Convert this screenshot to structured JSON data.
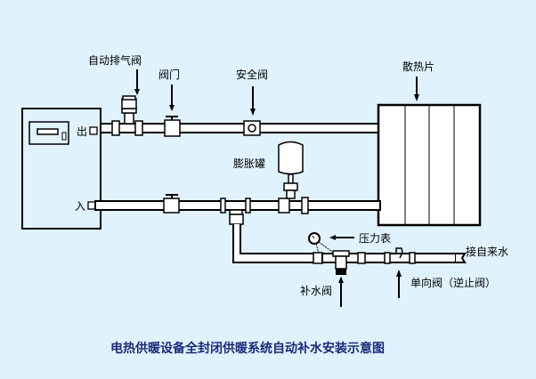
{
  "diagram": {
    "title": "电热供暖设备全封闭供暖系统自动补水安装示意图",
    "colors": {
      "background": "#e0f2fe",
      "title": "#1a2a7a",
      "line": "#000000",
      "fill": "#ffffff"
    },
    "boiler": {
      "outlet_label": "出",
      "inlet_label": "入"
    },
    "labels": {
      "auto_air_vent": "自动排气阀",
      "valve": "阀门",
      "safety_valve": "安全阀",
      "radiator": "散热片",
      "expansion_tank": "膨胀罐",
      "pressure_gauge": "压力表",
      "tap_water": "接自来水",
      "check_valve": "单向阀（逆止阀）",
      "makeup_valve": "补水阀"
    }
  }
}
